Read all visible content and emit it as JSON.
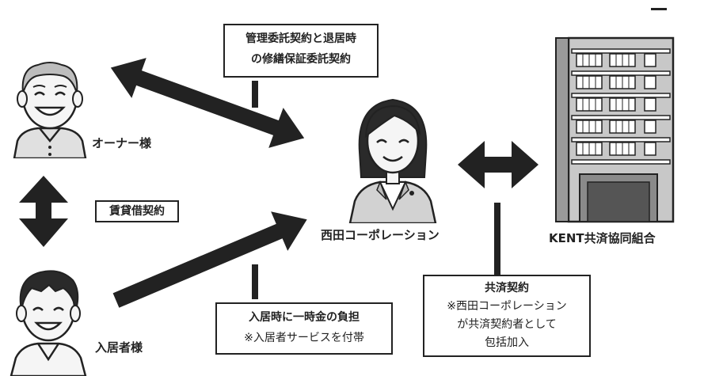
{
  "owner": {
    "label": "オーナー様"
  },
  "tenant": {
    "label": "入居者様"
  },
  "company": {
    "label": "西田コーポレーション"
  },
  "kent": {
    "label": "KENT共済協同組合"
  },
  "management_box": {
    "line1": "管理委託契約と退居時",
    "line2": "の修繕保証委託契約"
  },
  "lease_box": {
    "text": "賃貸借契約"
  },
  "payment_box": {
    "line1": "入居時に一時金の負担",
    "line2": "※入居者サービスを付帯"
  },
  "mutual_box": {
    "line1": "共済契約",
    "line2": "※西田コーポレーション",
    "line3": "が共済契約者として",
    "line4": "包括加入"
  },
  "colors": {
    "ink": "#222222",
    "skin": "#f3f3f3",
    "suit": "#d2d2d2",
    "building": "#c8c8c8"
  }
}
